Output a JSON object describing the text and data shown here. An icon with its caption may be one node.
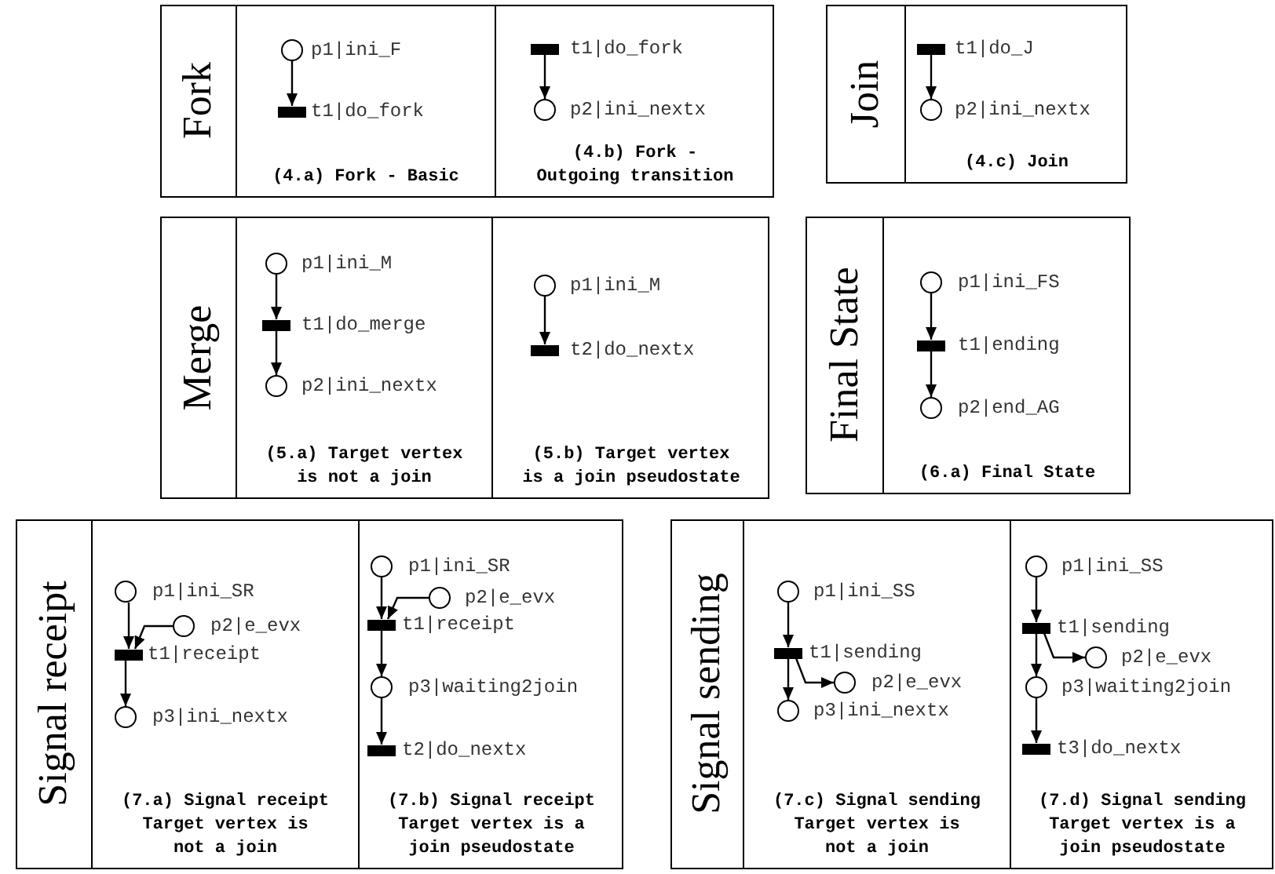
{
  "diagram": {
    "nodes": [
      {
        "text": [
          "Fork"
        ]
      },
      {
        "text": [
          "(4.a) Fork - Basic"
        ],
        "in": 0
      },
      {
        "text": [],
        "shape": "circle",
        "in": 1,
        "beside": [
          "p1|ini_F"
        ]
      },
      {
        "text": [],
        "shape": "bar",
        "in": 1,
        "beside": [
          "t1|do_fork"
        ]
      },
      {
        "text": [
          "(4.b) Fork - Outgoing transition"
        ],
        "in": 0
      },
      {
        "text": [],
        "shape": "bar",
        "in": 4,
        "beside": [
          "t1|do_fork"
        ]
      },
      {
        "text": [],
        "shape": "circle",
        "in": 4,
        "beside": [
          "p2|ini_nextx"
        ]
      },
      {
        "text": [
          "Join"
        ]
      },
      {
        "text": [
          "(4.c) Join"
        ],
        "in": 7
      },
      {
        "text": [],
        "shape": "bar",
        "in": 8,
        "beside": [
          "t1|do_J"
        ]
      },
      {
        "text": [],
        "shape": "circle",
        "in": 8,
        "beside": [
          "p2|ini_nextx"
        ]
      },
      {
        "text": [
          "Merge"
        ]
      },
      {
        "text": [
          "(5.a) Target vertex is not a join"
        ],
        "in": 11
      },
      {
        "text": [],
        "shape": "circle",
        "in": 12,
        "beside": [
          "p1|ini_M"
        ]
      },
      {
        "text": [],
        "shape": "bar",
        "in": 12,
        "beside": [
          "t1|do_merge"
        ]
      },
      {
        "text": [],
        "shape": "circle",
        "in": 12,
        "beside": [
          "p2|ini_nextx"
        ]
      },
      {
        "text": [
          "(5.b) Target vertex is a join pseudostate"
        ],
        "in": 11
      },
      {
        "text": [],
        "shape": "circle",
        "in": 16,
        "beside": [
          "p1|ini_M"
        ]
      },
      {
        "text": [],
        "shape": "bar",
        "in": 16,
        "beside": [
          "t2|do_nextx"
        ]
      },
      {
        "text": [
          "Final State"
        ]
      },
      {
        "text": [
          "(6.a) Final State"
        ],
        "in": 19
      },
      {
        "text": [],
        "shape": "circle",
        "in": 20,
        "beside": [
          "p1|ini_FS"
        ]
      },
      {
        "text": [],
        "shape": "bar",
        "in": 20,
        "beside": [
          "t1|ending"
        ]
      },
      {
        "text": [],
        "shape": "circle",
        "in": 20,
        "beside": [
          "p2|end_AG"
        ]
      },
      {
        "text": [
          "Signal receipt"
        ]
      },
      {
        "text": [
          "(7.a) Signal receipt",
          "Target vertex is not a join"
        ],
        "in": 24
      },
      {
        "text": [],
        "shape": "circle",
        "in": 25,
        "beside": [
          "p1|ini_SR"
        ]
      },
      {
        "text": [],
        "shape": "circle",
        "in": 25,
        "beside": [
          "p2|e_evx"
        ]
      },
      {
        "text": [],
        "shape": "bar",
        "in": 25,
        "beside": [
          "t1|receipt"
        ]
      },
      {
        "text": [],
        "shape": "circle",
        "in": 25,
        "beside": [
          "p3|ini_nextx"
        ]
      },
      {
        "text": [
          "(7.b) Signal receipt",
          "Target vertex is a join pseudostate"
        ],
        "in": 24
      },
      {
        "text": [],
        "shape": "circle",
        "in": 30,
        "beside": [
          "p1|ini_SR"
        ]
      },
      {
        "text": [],
        "shape": "circle",
        "in": 30,
        "beside": [
          "p2|e_evx"
        ]
      },
      {
        "text": [],
        "shape": "bar",
        "in": 30,
        "beside": [
          "t1|receipt"
        ]
      },
      {
        "text": [],
        "shape": "circle",
        "in": 30,
        "beside": [
          "p3|waiting2join"
        ]
      },
      {
        "text": [],
        "shape": "bar",
        "in": 30,
        "beside": [
          "t2|do_nextx"
        ]
      },
      {
        "text": [
          "Signal sending"
        ]
      },
      {
        "text": [
          "(7.c) Signal sending",
          "Target vertex is not a join"
        ],
        "in": 36
      },
      {
        "text": [],
        "shape": "circle",
        "in": 37,
        "beside": [
          "p1|ini_SS"
        ]
      },
      {
        "text": [],
        "shape": "bar",
        "in": 37,
        "beside": [
          "t1|sending"
        ]
      },
      {
        "text": [],
        "shape": "circle",
        "in": 37,
        "beside": [
          "p2|e_evx"
        ]
      },
      {
        "text": [],
        "shape": "circle",
        "in": 37,
        "beside": [
          "p3|ini_nextx"
        ]
      },
      {
        "text": [
          "(7.d) Signal sending",
          "Target vertex is a join pseudostate"
        ],
        "in": 36
      },
      {
        "text": [],
        "shape": "circle",
        "in": 42,
        "beside": [
          "p1|ini_SS"
        ]
      },
      {
        "text": [],
        "shape": "bar",
        "in": 42,
        "beside": [
          "t1|sending"
        ]
      },
      {
        "text": [],
        "shape": "circle",
        "in": 42,
        "beside": [
          "p2|e_evx"
        ]
      },
      {
        "text": [],
        "shape": "circle",
        "in": 42,
        "beside": [
          "p3|waiting2join"
        ]
      },
      {
        "text": [],
        "shape": "bar",
        "in": 42,
        "beside": [
          "t3|do_nextx"
        ]
      }
    ],
    "edges": [
      {
        "from": 2,
        "to": 3,
        "arrow": "to"
      },
      {
        "from": 5,
        "to": 6,
        "arrow": "to"
      },
      {
        "from": 9,
        "to": 10,
        "arrow": "to"
      },
      {
        "from": 13,
        "to": 14,
        "arrow": "to"
      },
      {
        "from": 14,
        "to": 15,
        "arrow": "to"
      },
      {
        "from": 17,
        "to": 18,
        "arrow": "to"
      },
      {
        "from": 21,
        "to": 22,
        "arrow": "to"
      },
      {
        "from": 22,
        "to": 23,
        "arrow": "to"
      },
      {
        "from": 26,
        "to": 28,
        "arrow": "to"
      },
      {
        "from": 27,
        "to": 28,
        "arrow": "to"
      },
      {
        "from": 28,
        "to": 29,
        "arrow": "to"
      },
      {
        "from": 31,
        "to": 33,
        "arrow": "to"
      },
      {
        "from": 32,
        "to": 33,
        "arrow": "to"
      },
      {
        "from": 33,
        "to": 34,
        "arrow": "to"
      },
      {
        "from": 34,
        "to": 35,
        "arrow": "to"
      },
      {
        "from": 38,
        "to": 39,
        "arrow": "to"
      },
      {
        "from": 39,
        "to": 40,
        "arrow": "to"
      },
      {
        "from": 39,
        "to": 41,
        "arrow": "to"
      },
      {
        "from": 43,
        "to": 44,
        "arrow": "to"
      },
      {
        "from": 44,
        "to": 45,
        "arrow": "to"
      },
      {
        "from": 44,
        "to": 46,
        "arrow": "to"
      },
      {
        "from": 46,
        "to": 47,
        "arrow": "to"
      }
    ]
  }
}
